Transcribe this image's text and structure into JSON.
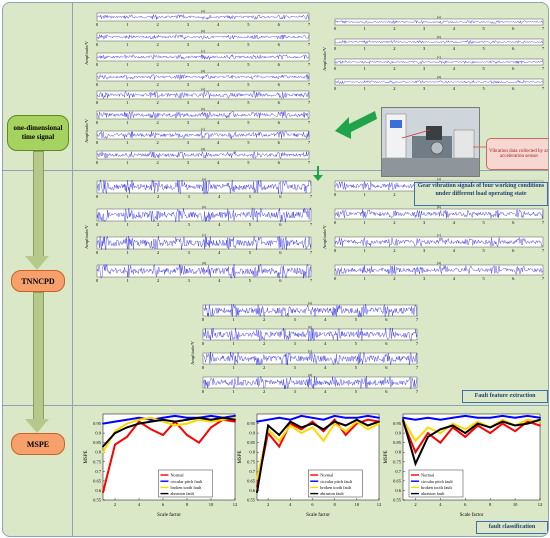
{
  "stages": [
    {
      "label": "one-dimensional time signal",
      "color": "#a6d35f",
      "border": "#5b8a24"
    },
    {
      "label": "TNNCPD",
      "color": "#f6a06c",
      "border": "#c9602a"
    },
    {
      "label": "MSPE",
      "color": "#f6a06c",
      "border": "#c9602a"
    }
  ],
  "captions": {
    "signals": "Gear vibration signals of four working conditions under different load operating state",
    "features": "Fault feature extraction",
    "classify": "fault classification"
  },
  "sensor_callout": "Vibration data collected by an acceleration sensor",
  "signal_plot": {
    "ylabel": "Amplitude/V",
    "xticks": [
      "0",
      "1",
      "2",
      "3",
      "4",
      "5",
      "6",
      "7"
    ],
    "subplot_titles": [
      "(a)",
      "(b)",
      "(c)",
      "(d)"
    ]
  },
  "chart_data": [
    {
      "type": "line",
      "ylabel": "MSPE",
      "xlabel": "Scale factor",
      "xlim": [
        1,
        12
      ],
      "ylim": [
        0.55,
        1
      ],
      "x": [
        1,
        2,
        3,
        4,
        5,
        6,
        7,
        8,
        9,
        10,
        11,
        12
      ],
      "xticks": [
        2,
        4,
        6,
        8,
        10,
        12
      ],
      "yticks": [
        0.55,
        0.6,
        0.65,
        0.7,
        0.75,
        0.8,
        0.85,
        0.9,
        0.95
      ],
      "legend": "bottom-center",
      "series": [
        {
          "name": "Normal",
          "color": "#ff0000",
          "values": [
            0.59,
            0.84,
            0.88,
            0.96,
            0.92,
            0.89,
            0.96,
            0.89,
            0.85,
            0.93,
            0.97,
            0.96
          ]
        },
        {
          "name": "circular pitch fault",
          "color": "#0000ff",
          "values": [
            0.95,
            0.96,
            0.97,
            0.98,
            0.97,
            0.98,
            0.99,
            0.98,
            0.98,
            0.99,
            0.98,
            0.99
          ]
        },
        {
          "name": "broken tooth fault",
          "color": "#ffd700",
          "values": [
            0.8,
            0.91,
            0.95,
            0.97,
            0.98,
            0.96,
            0.94,
            0.95,
            0.97,
            0.96,
            0.97,
            0.98
          ]
        },
        {
          "name": "abrasion fault",
          "color": "#000000",
          "values": [
            0.83,
            0.9,
            0.93,
            0.95,
            0.96,
            0.97,
            0.96,
            0.97,
            0.98,
            0.97,
            0.98,
            0.97
          ]
        }
      ]
    },
    {
      "type": "line",
      "ylabel": "MSPE",
      "xlabel": "Scale factor",
      "xlim": [
        1,
        12
      ],
      "ylim": [
        0.55,
        1
      ],
      "x": [
        1,
        2,
        3,
        4,
        5,
        6,
        7,
        8,
        9,
        10,
        11,
        12
      ],
      "xticks": [
        2,
        4,
        6,
        8,
        10,
        12
      ],
      "yticks": [
        0.55,
        0.6,
        0.65,
        0.7,
        0.75,
        0.8,
        0.85,
        0.9,
        0.95
      ],
      "legend": "bottom-center",
      "series": [
        {
          "name": "Normal",
          "color": "#ff0000",
          "values": [
            0.62,
            0.9,
            0.83,
            0.95,
            0.92,
            0.96,
            0.91,
            0.97,
            0.89,
            0.95,
            0.97,
            0.96
          ]
        },
        {
          "name": "circular pitch fault",
          "color": "#0000ff",
          "values": [
            0.96,
            0.97,
            0.98,
            0.97,
            0.99,
            0.98,
            0.97,
            0.99,
            0.98,
            0.98,
            0.99,
            0.98
          ]
        },
        {
          "name": "broken tooth fault",
          "color": "#ffd700",
          "values": [
            0.66,
            0.92,
            0.86,
            0.94,
            0.9,
            0.93,
            0.86,
            0.95,
            0.91,
            0.96,
            0.92,
            0.95
          ]
        },
        {
          "name": "abrasion fault",
          "color": "#000000",
          "values": [
            0.59,
            0.94,
            0.89,
            0.96,
            0.93,
            0.95,
            0.92,
            0.96,
            0.94,
            0.97,
            0.94,
            0.96
          ]
        }
      ]
    },
    {
      "type": "line",
      "ylabel": "MSPE",
      "xlabel": "Scale factor",
      "xlim": [
        1,
        12
      ],
      "ylim": [
        0.55,
        1
      ],
      "x": [
        1,
        2,
        3,
        4,
        5,
        6,
        7,
        8,
        9,
        10,
        11,
        12
      ],
      "xticks": [
        2,
        4,
        6,
        8,
        10,
        12
      ],
      "yticks": [
        0.55,
        0.6,
        0.65,
        0.7,
        0.75,
        0.8,
        0.85,
        0.9,
        0.95
      ],
      "legend": "bottom-left",
      "series": [
        {
          "name": "Normal",
          "color": "#ff0000",
          "values": [
            0.96,
            0.8,
            0.9,
            0.85,
            0.93,
            0.88,
            0.94,
            0.9,
            0.95,
            0.91,
            0.96,
            0.94
          ]
        },
        {
          "name": "circular pitch fault",
          "color": "#0000ff",
          "values": [
            0.98,
            0.97,
            0.98,
            0.97,
            0.98,
            0.99,
            0.98,
            0.98,
            0.99,
            0.98,
            0.99,
            0.98
          ]
        },
        {
          "name": "broken tooth fault",
          "color": "#ffd700",
          "values": [
            0.97,
            0.86,
            0.93,
            0.9,
            0.95,
            0.92,
            0.96,
            0.93,
            0.97,
            0.94,
            0.97,
            0.96
          ]
        },
        {
          "name": "abrasion fault",
          "color": "#000000",
          "values": [
            0.97,
            0.74,
            0.88,
            0.92,
            0.94,
            0.9,
            0.95,
            0.93,
            0.96,
            0.94,
            0.95,
            0.97
          ]
        }
      ]
    }
  ]
}
